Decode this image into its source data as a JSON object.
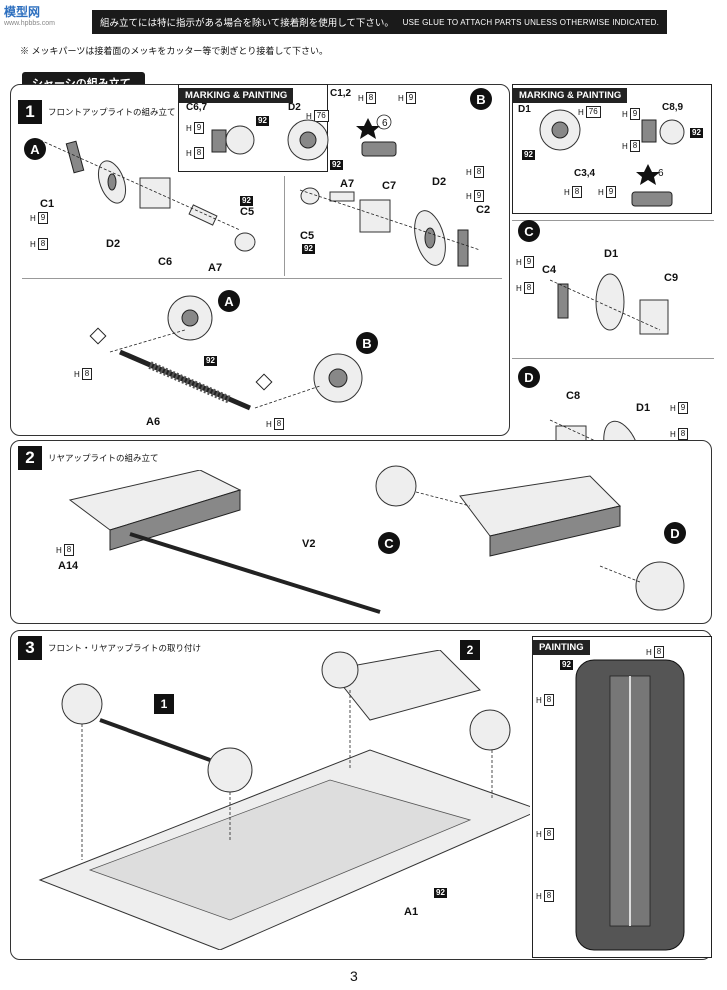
{
  "header": {
    "logo": "模型网",
    "logo_sub": "www.hpbbs.com",
    "notice_jp": "組み立てには特に指示がある場合を除いて接着剤を使用して下さい。",
    "notice_en": "USE GLUE TO ATTACH PARTS UNLESS OTHERWISE INDICATED."
  },
  "note": "※ メッキパーツは接着面のメッキをカッター等で剥ぎとり接着して下さい。",
  "section_title": "シャーシの組み立て",
  "step1": {
    "num": "1",
    "title": "フロントアップライトの組み立て"
  },
  "step2": {
    "num": "2",
    "title": "リヤアップライトの組み立て"
  },
  "step3": {
    "num": "3",
    "title": "フロント・リヤアップライトの取り付け"
  },
  "mp_label": "MARKING & PAINTING",
  "painting_label": "PAINTING",
  "subassy": {
    "A": "A",
    "B": "B",
    "C": "C",
    "D": "D"
  },
  "parts": {
    "C1": "C1",
    "C2": "C2",
    "C3": "C3",
    "C4": "C4",
    "C5": "C5",
    "C6": "C6",
    "C7": "C7",
    "C8": "C8",
    "C9": "C9",
    "D1": "D1",
    "D2": "D2",
    "A1": "A1",
    "A6": "A6",
    "A7": "A7",
    "A14": "A14",
    "V2": "V2",
    "C67": "C6,7",
    "C12": "C1,2",
    "C89": "C8,9",
    "C34": "C3,4"
  },
  "codes": {
    "H8": "8",
    "H9": "9",
    "H76": "76",
    "X92": "92",
    "six": "6",
    "h": "H"
  },
  "refs": {
    "s1": "1",
    "s2": "2"
  },
  "page_number": "3"
}
